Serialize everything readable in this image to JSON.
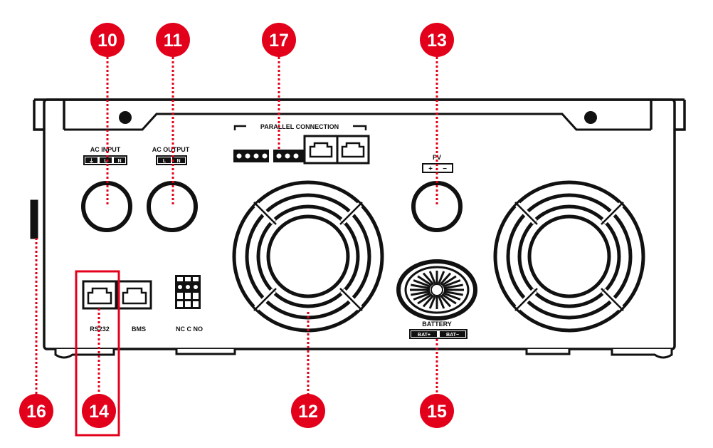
{
  "panel_labels": {
    "ac_input": "AC INPUT",
    "ac_output": "AC OUTPUT",
    "parallel_connection": "PARALLEL CONNECTION",
    "pv": "PV",
    "rs232": "RS232",
    "bms": "BMS",
    "relay": "NC C NO",
    "battery": "BATTERY"
  },
  "terminal_marks": {
    "ac_input": [
      "⏚",
      "L",
      "N"
    ],
    "ac_output": [
      "L",
      "N"
    ],
    "pv": [
      "+",
      "−"
    ],
    "battery": [
      "BAT+",
      "BAT−"
    ]
  },
  "callouts": {
    "c10": "10",
    "c11": "11",
    "c12": "12",
    "c13": "13",
    "c14": "14",
    "c15": "15",
    "c16": "16",
    "c17": "17"
  },
  "colors": {
    "callout": "#e3001b",
    "line": "#111111",
    "highlight_box": "#e3001b"
  }
}
